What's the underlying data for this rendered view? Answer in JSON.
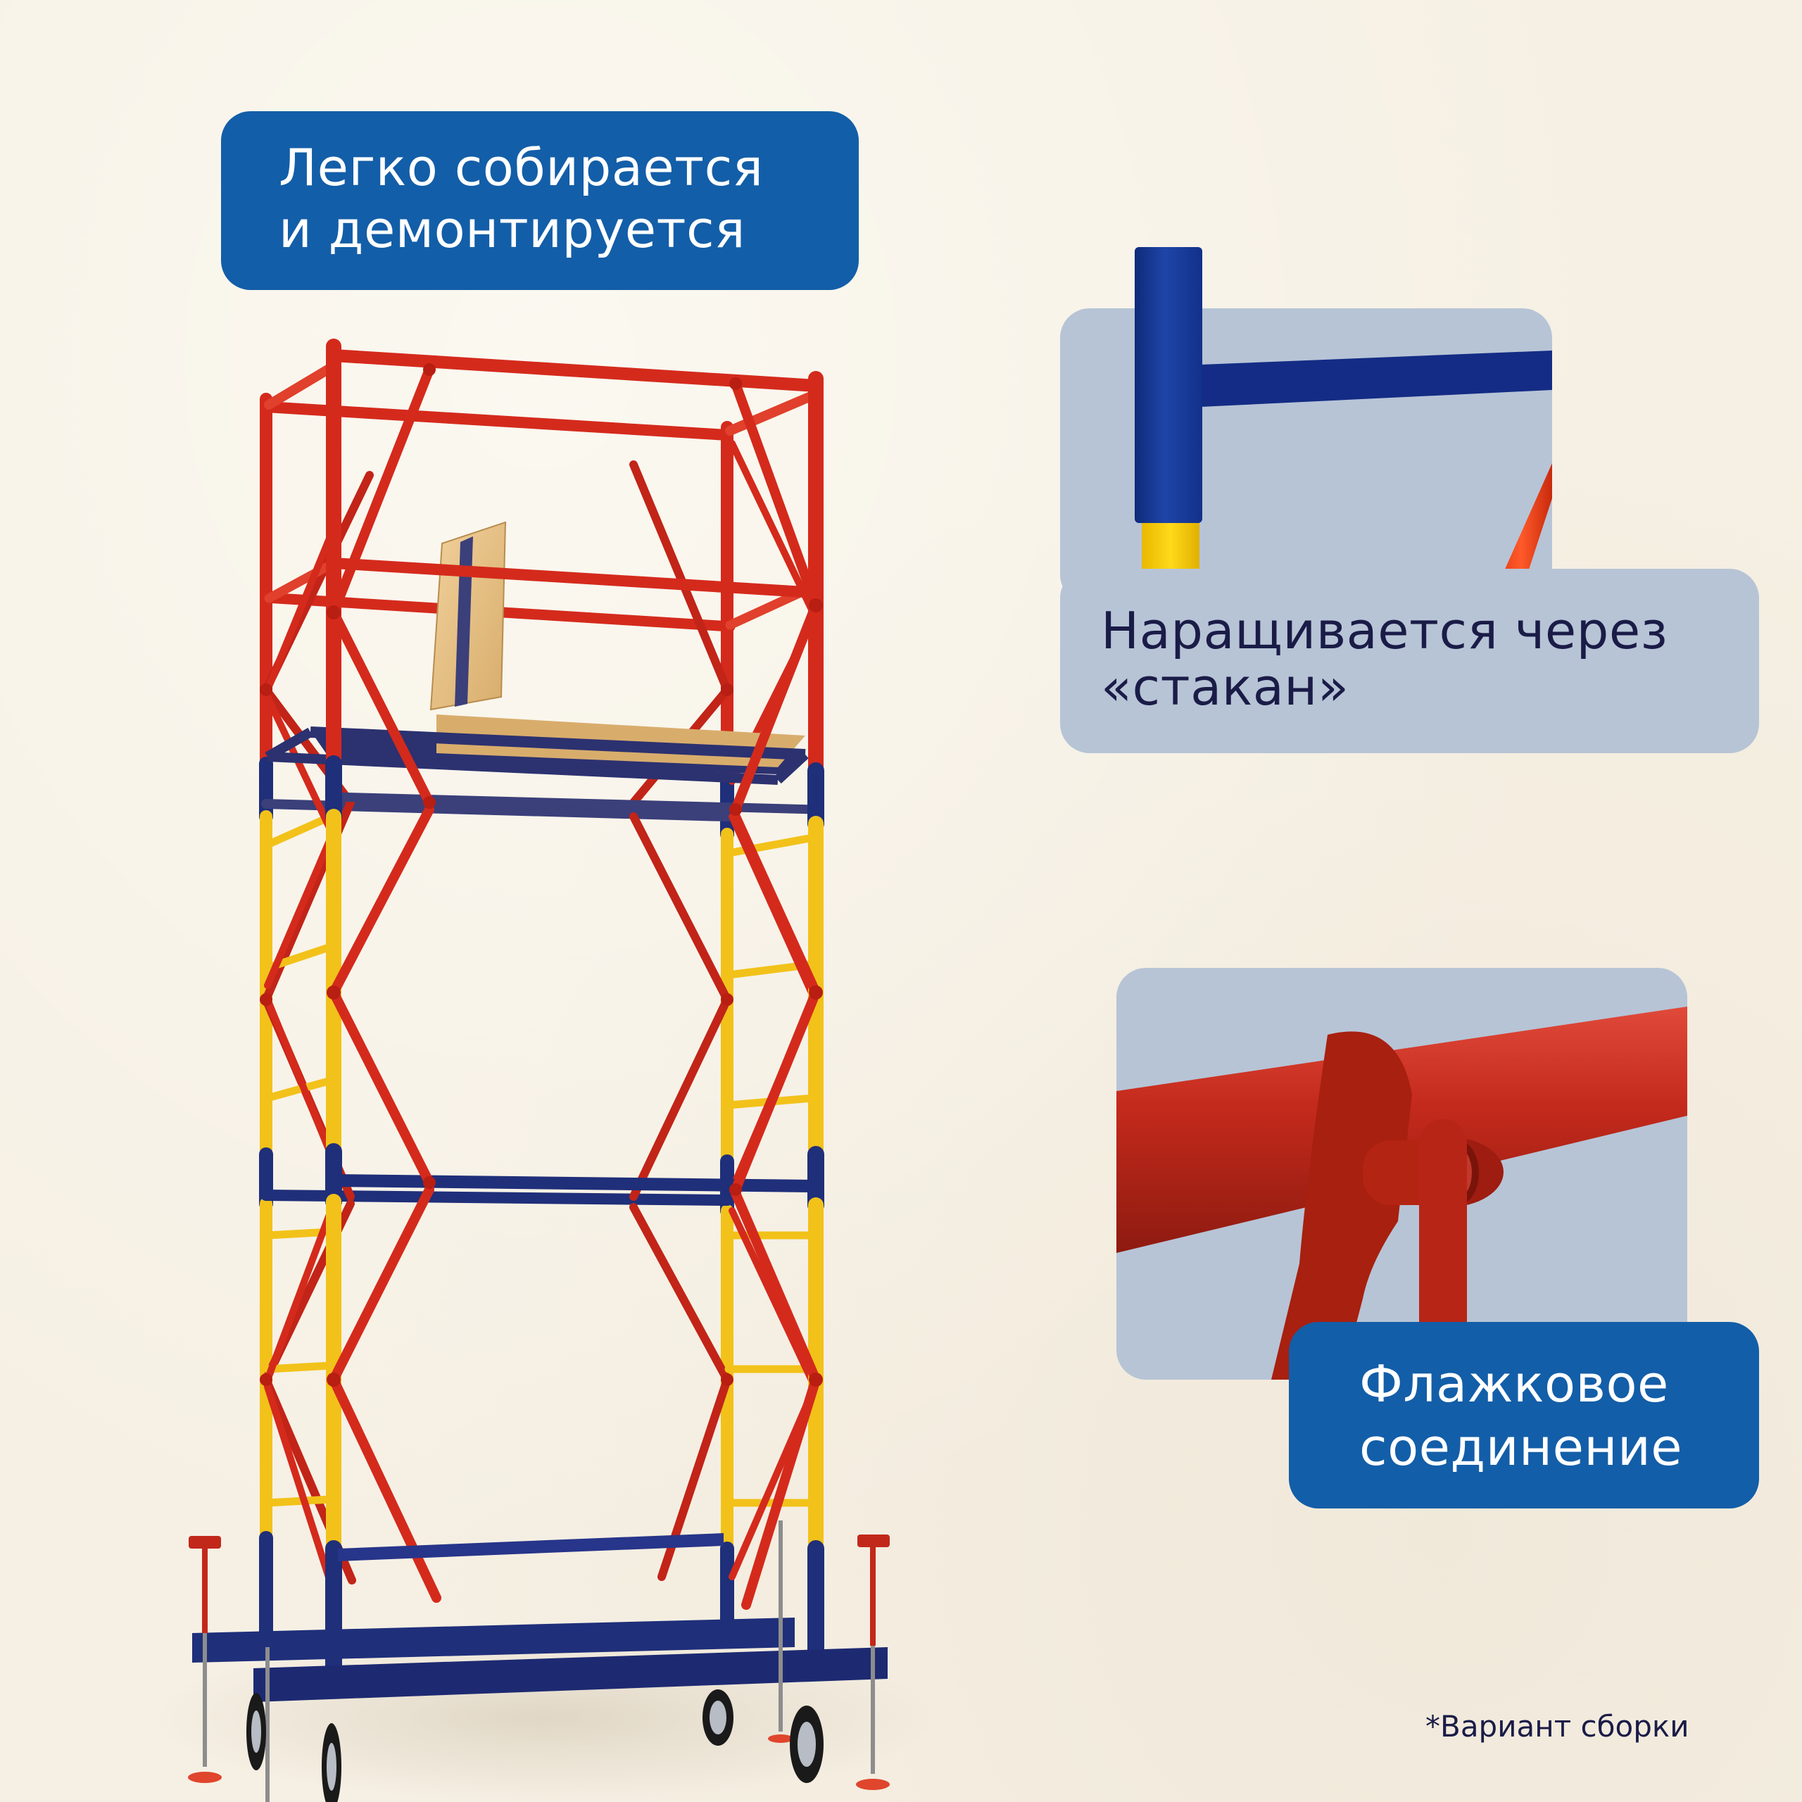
{
  "background_color": "#f6f0e4",
  "colors": {
    "label_blue": "#135ea8",
    "label_gray": "#b7c4d6",
    "text_navy": "#1a1c47",
    "scaffold_red": "#d42a1c",
    "scaffold_yellow": "#f2c21a",
    "scaffold_blue": "#1f2f7a"
  },
  "callouts": [
    {
      "id": "easy-assembly",
      "style": "blue",
      "lines": [
        "Легко собирается",
        "и демонтируется"
      ]
    },
    {
      "id": "extension",
      "style": "gray",
      "lines": [
        "Наращивается через",
        "«стакан»"
      ],
      "detail_image": "blue-socket-joint-closeup"
    },
    {
      "id": "flag-connection",
      "style": "blue",
      "lines": [
        "Флажковое",
        "соединение"
      ],
      "detail_image": "red-flag-lock-closeup"
    }
  ],
  "main_image": "mobile-scaffold-tower",
  "footnote": "*Вариант сборки"
}
